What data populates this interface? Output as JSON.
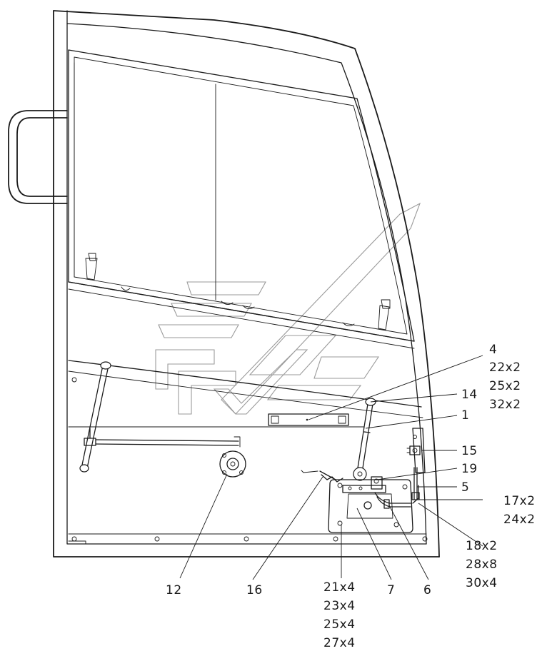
{
  "callouts": {
    "c4": {
      "lines": [
        "4",
        "22x2",
        "25x2",
        "32x2"
      ]
    },
    "c14": {
      "lines": [
        "14"
      ]
    },
    "c1": {
      "lines": [
        "1"
      ]
    },
    "c15": {
      "lines": [
        "15"
      ]
    },
    "c19": {
      "lines": [
        "19"
      ]
    },
    "c5": {
      "lines": [
        "5"
      ]
    },
    "c17": {
      "lines": [
        "17x2",
        "24x2"
      ]
    },
    "c18": {
      "lines": [
        "18x2",
        "28x8",
        "30x4"
      ]
    },
    "c12": {
      "lines": [
        "12"
      ]
    },
    "c16": {
      "lines": [
        "16"
      ]
    },
    "c21": {
      "lines": [
        "21x4",
        "23x4",
        "25x4",
        "27x4"
      ]
    },
    "c7": {
      "lines": [
        "7"
      ]
    },
    "c6": {
      "lines": [
        "6"
      ]
    }
  }
}
